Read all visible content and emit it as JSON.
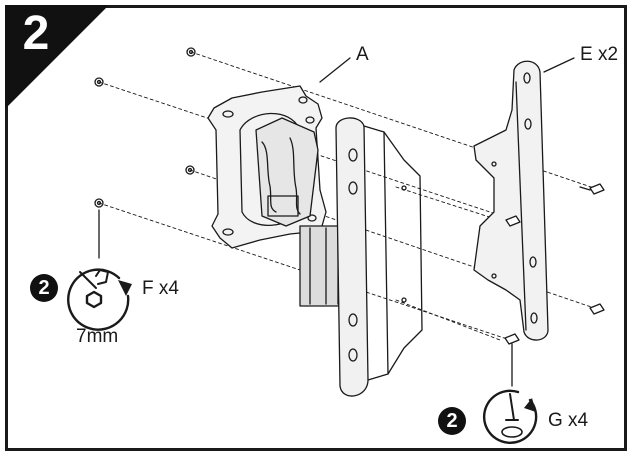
{
  "step": {
    "number": "2"
  },
  "labels": {
    "bracket_a": "A",
    "plate_e": "E x2",
    "fastener_f": "F x4",
    "fastener_g": "G x4",
    "tool_size": "7mm"
  },
  "badges": {
    "f_badge": "2",
    "g_badge": "2"
  },
  "icons": {
    "wrench": "wrench-rotate-icon",
    "screwdriver": "screwdriver-rotate-icon"
  },
  "colors": {
    "ink": "#1a1a1a",
    "corner": "#111111",
    "background": "#ffffff"
  }
}
